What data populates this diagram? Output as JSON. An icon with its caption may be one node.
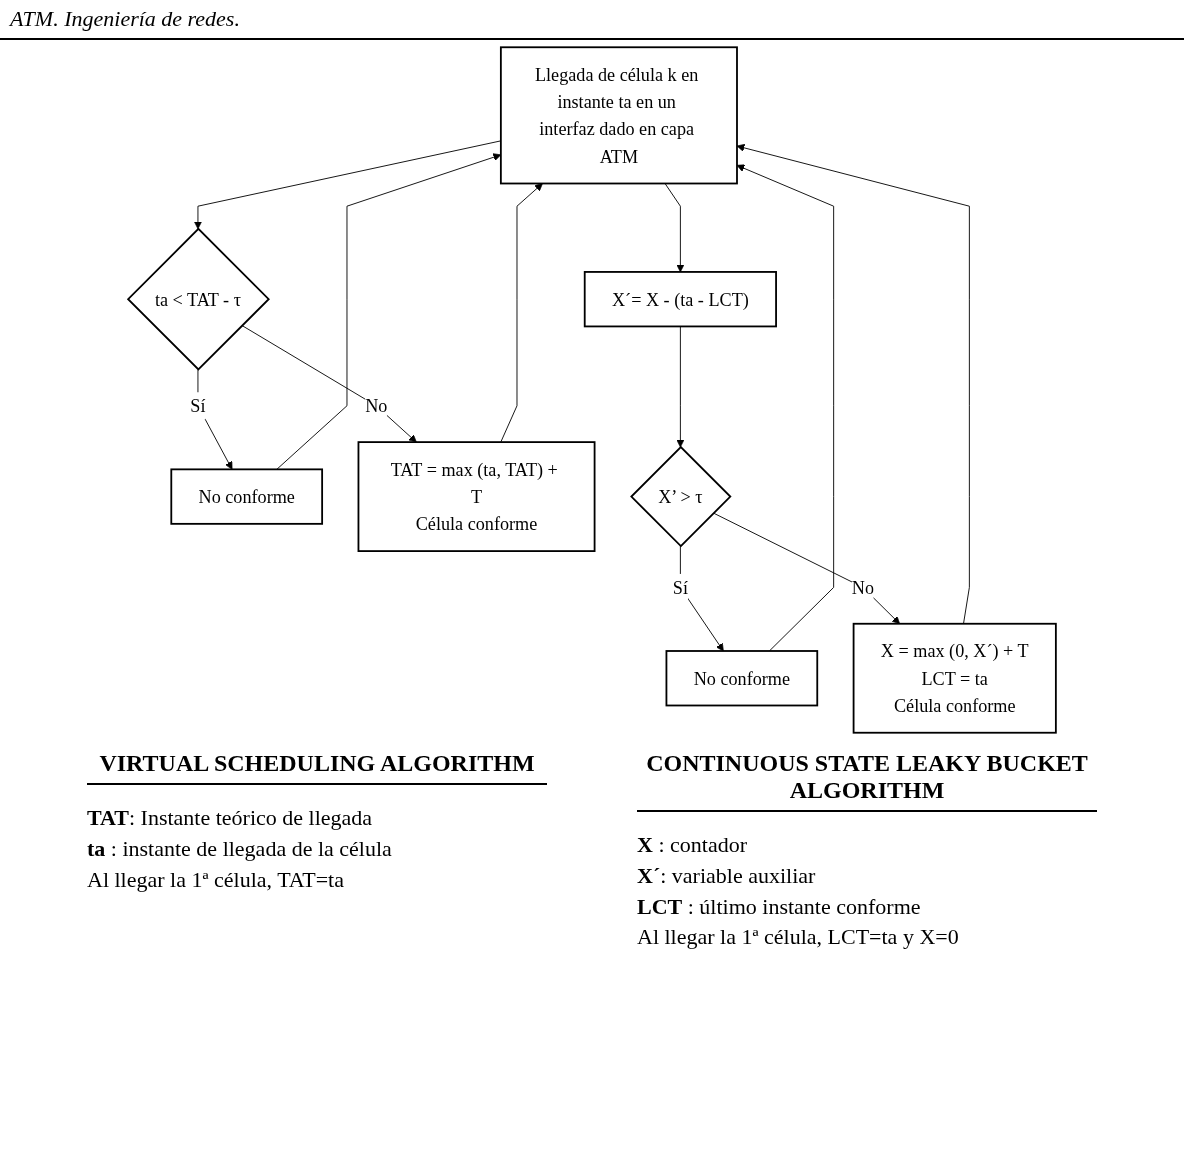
{
  "diagram": {
    "nodes": [
      {
        "text": [
          "Llegada de célula k en instante ta en un interfaz dado en capa ATM"
        ]
      },
      {
        "text": [
          "ta < TAT - τ"
        ]
      },
      {
        "text": [
          "No conforme"
        ]
      },
      {
        "text": [
          "TAT = max (ta, TAT) + T",
          "Célula conforme"
        ]
      },
      {
        "text": [
          "X´= X - (ta - LCT)"
        ]
      },
      {
        "text": [
          "X’ > τ"
        ]
      },
      {
        "text": [
          "No conforme"
        ]
      },
      {
        "text": [
          "X = max (0, X´) + T",
          "LCT = ta",
          "Célula conforme"
        ]
      }
    ],
    "edges": [
      {
        "from": 0,
        "to": 1,
        "arrow": "to"
      },
      {
        "from": 1,
        "to": 2,
        "arrow": "to",
        "label": "Sí"
      },
      {
        "from": 1,
        "to": 3,
        "arrow": "to",
        "label": "No"
      },
      {
        "from": 2,
        "to": 0,
        "arrow": "to"
      },
      {
        "from": 3,
        "to": 0,
        "arrow": "to"
      },
      {
        "from": 0,
        "to": 4,
        "arrow": "to"
      },
      {
        "from": 4,
        "to": 5,
        "arrow": "to"
      },
      {
        "from": 5,
        "to": 6,
        "arrow": "to",
        "label": "Sí"
      },
      {
        "from": 5,
        "to": 7,
        "arrow": "to",
        "label": "No"
      },
      {
        "from": 6,
        "to": 0,
        "arrow": "to"
      },
      {
        "from": 7,
        "to": 0,
        "arrow": "to"
      }
    ],
    "labels": [
      "ATM. Ingeniería de redes.",
      "VIRTUAL SCHEDULING ALGORITHM",
      "**TAT**: Instante teórico de llegada",
      "**ta** : instante de llegada de la célula",
      "Al llegar la 1ª célula, TAT=ta",
      "CONTINUOUS STATE LEAKY BUCKET ALGORITHM",
      "**X** : contador",
      "**X´**: variable auxiliar",
      "**LCT** : último instante conforme",
      "Al llegar la 1ª célula, LCT=ta y X=0"
    ]
  }
}
